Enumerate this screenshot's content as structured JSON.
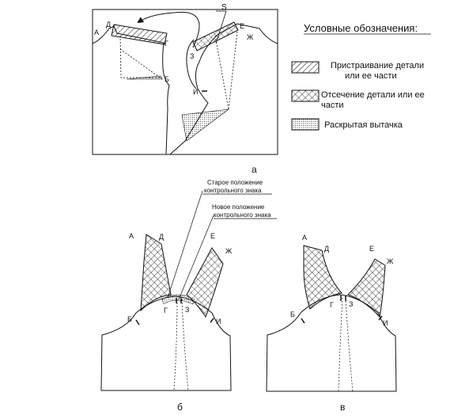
{
  "legend": {
    "title": "Условные обозначения:",
    "items": [
      {
        "line1": "Пристраивание детали",
        "line2": "или ее части"
      },
      {
        "line1": "Отсечение детали или ее",
        "line2": "части"
      },
      {
        "line1": "Раскрытая вытачка",
        "line2": ""
      }
    ]
  },
  "panel_a": {
    "caption": "а",
    "labels": {
      "A": "А",
      "D": "Д",
      "G": "Г",
      "B": "Б",
      "S": "S",
      "E": "Е",
      "Zh": "Ж",
      "Z": "З",
      "I": "И"
    }
  },
  "panel_b": {
    "caption": "б",
    "note_old": {
      "line1": "Старое положение",
      "line2": "контрольного знака"
    },
    "note_new": {
      "line1": "Новое положение",
      "line2": "контрольного знака"
    },
    "labels": {
      "A": "А",
      "D": "Д",
      "E": "Е",
      "Zh": "Ж",
      "B": "Б",
      "G": "Г",
      "Z": "З",
      "I": "И"
    }
  },
  "panel_v": {
    "caption": "в",
    "labels": {
      "A": "А",
      "D": "Д",
      "E": "Е",
      "Zh": "Ж",
      "B": "Б",
      "G": "Г",
      "Z": "З",
      "I": "И"
    }
  }
}
